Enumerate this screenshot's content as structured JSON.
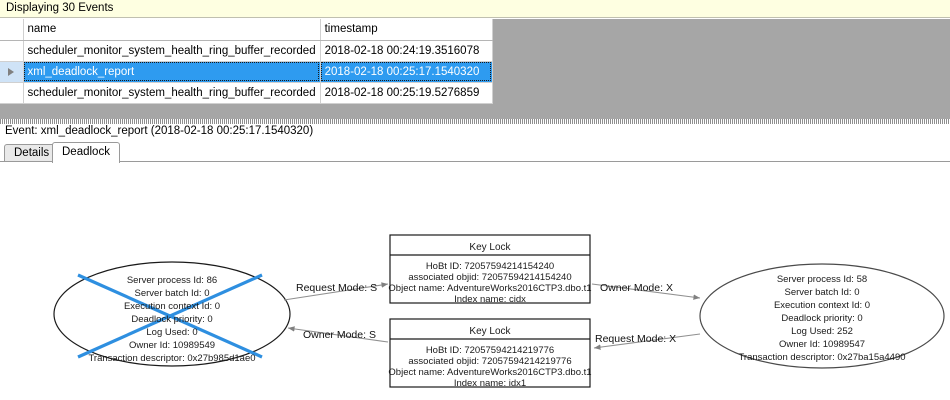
{
  "banner": {
    "text": "Displaying 30 Events"
  },
  "grid": {
    "columns": [
      "",
      "name",
      "timestamp"
    ],
    "rows": [
      {
        "selected": false,
        "name": "scheduler_monitor_system_health_ring_buffer_recorded",
        "timestamp": "2018-02-18 00:24:19.3516078"
      },
      {
        "selected": true,
        "name": "xml_deadlock_report",
        "timestamp": "2018-02-18 00:25:17.1540320"
      },
      {
        "selected": false,
        "name": "scheduler_monitor_system_health_ring_buffer_recorded",
        "timestamp": "2018-02-18 00:25:19.5276859"
      }
    ],
    "selection_color": "#2e9bf0"
  },
  "event_header": {
    "text": "Event: xml_deadlock_report (2018-02-18 00:25:17.1540320)"
  },
  "tabs": [
    {
      "label": "Details",
      "selected": false
    },
    {
      "label": "Deadlock",
      "selected": true
    }
  ],
  "deadlock": {
    "victim_process": {
      "is_victim": true,
      "victim_cross_color": "#2e8fe0",
      "lines": [
        "Server process Id: 86",
        "Server batch Id: 0",
        "Execution context Id: 0",
        "Deadlock priority: 0",
        "Log Used: 0",
        "Owner Id: 10989549",
        "Transaction descriptor: 0x27b985d1ae0"
      ]
    },
    "survivor_process": {
      "is_victim": false,
      "lines": [
        "Server process Id: 58",
        "Server batch Id: 0",
        "Execution context Id: 0",
        "Deadlock priority: 0",
        "Log Used: 252",
        "Owner Id: 10989547",
        "Transaction descriptor: 0x27ba15a4490"
      ]
    },
    "resources": [
      {
        "title": "Key Lock",
        "lines": [
          "HoBt ID: 72057594214154240",
          "associated objid: 72057594214154240",
          "Object name: AdventureWorks2016CTP3.dbo.t1",
          "Index name: cidx"
        ]
      },
      {
        "title": "Key Lock",
        "lines": [
          "HoBt ID: 72057594214219776",
          "associated objid: 72057594214219776",
          "Object name: AdventureWorks2016CTP3.dbo.t1",
          "Index name: idx1"
        ]
      }
    ],
    "edges": [
      {
        "label": "Request Mode: S"
      },
      {
        "label": "Owner Mode: X"
      },
      {
        "label": "Owner Mode: S"
      },
      {
        "label": "Request Mode: X"
      }
    ]
  }
}
